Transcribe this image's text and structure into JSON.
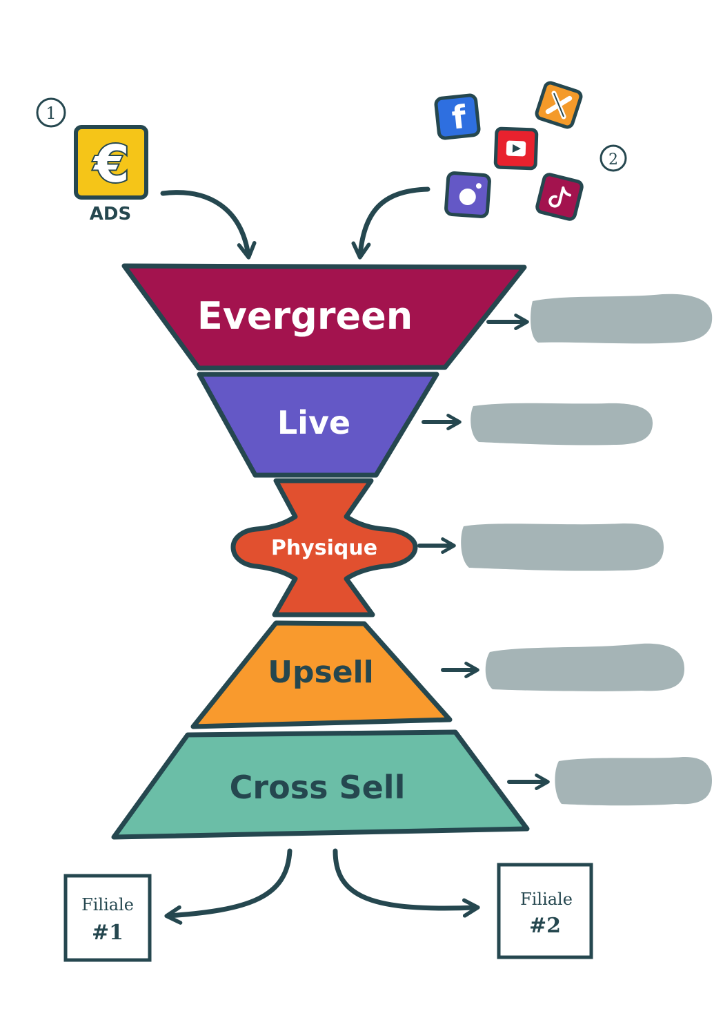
{
  "sources": {
    "marker_1": "1",
    "marker_2": "2",
    "ads": {
      "label": "ADS",
      "icon": "euro-icon",
      "color": "#F5C518"
    },
    "social": [
      {
        "icon": "facebook-icon",
        "color": "#2E6FE0"
      },
      {
        "icon": "x-icon",
        "color": "#F49A2A"
      },
      {
        "icon": "youtube-icon",
        "color": "#E8222E"
      },
      {
        "icon": "instagram-icon",
        "color": "#6458C6"
      },
      {
        "icon": "tiktok-icon",
        "color": "#A3134E"
      }
    ]
  },
  "funnel": [
    {
      "label": "Evergreen",
      "color": "#A3134E",
      "text_color": "#FFFFFF"
    },
    {
      "label": "Live",
      "color": "#6458C6",
      "text_color": "#FFFFFF"
    },
    {
      "label": "Physique",
      "color": "#E1502F",
      "text_color": "#FFFFFF"
    },
    {
      "label": "Upsell",
      "color": "#F99A2D",
      "text_color": "#25474F"
    },
    {
      "label": "Cross Sell",
      "color": "#6BBEA7",
      "text_color": "#25474F"
    }
  ],
  "outputs": [
    {
      "label": "Filiale",
      "number": "#1"
    },
    {
      "label": "Filiale",
      "number": "#2"
    }
  ],
  "colors": {
    "outline": "#25474F",
    "redacted": "#A5B4B6"
  }
}
